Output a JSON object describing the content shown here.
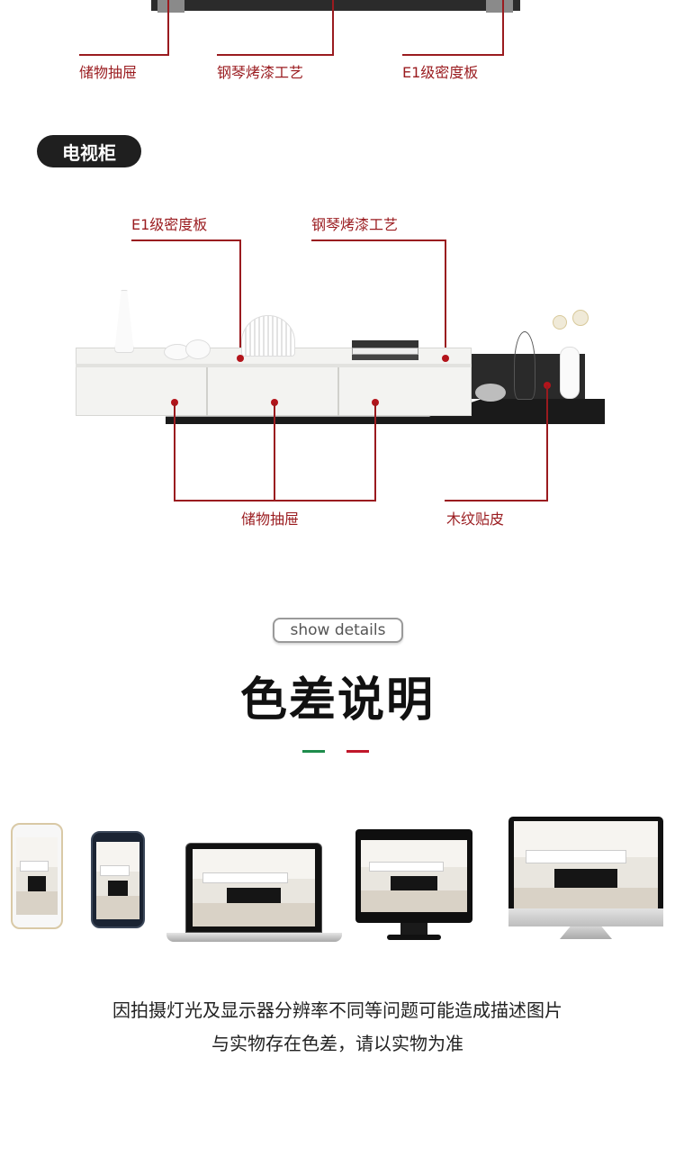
{
  "top_labels": {
    "drawer": "储物抽屉",
    "piano_paint": "钢琴烤漆工艺",
    "mdf": "E1级密度板"
  },
  "section_pill": "电视柜",
  "tv_labels": {
    "mdf": "E1级密度板",
    "piano_paint": "钢琴烤漆工艺",
    "drawer": "储物抽屉",
    "wood_veneer": "木纹贴皮"
  },
  "show_details": "show details",
  "title": "色差说明",
  "caption": {
    "line1": "因拍摄灯光及显示器分辨率不同等问题可能造成描述图片",
    "line2": "与实物存在色差，请以实物为准"
  },
  "colors": {
    "accent_red": "#9a1b1f",
    "dash_green": "#1e8c4c",
    "dash_red": "#c0172a"
  }
}
